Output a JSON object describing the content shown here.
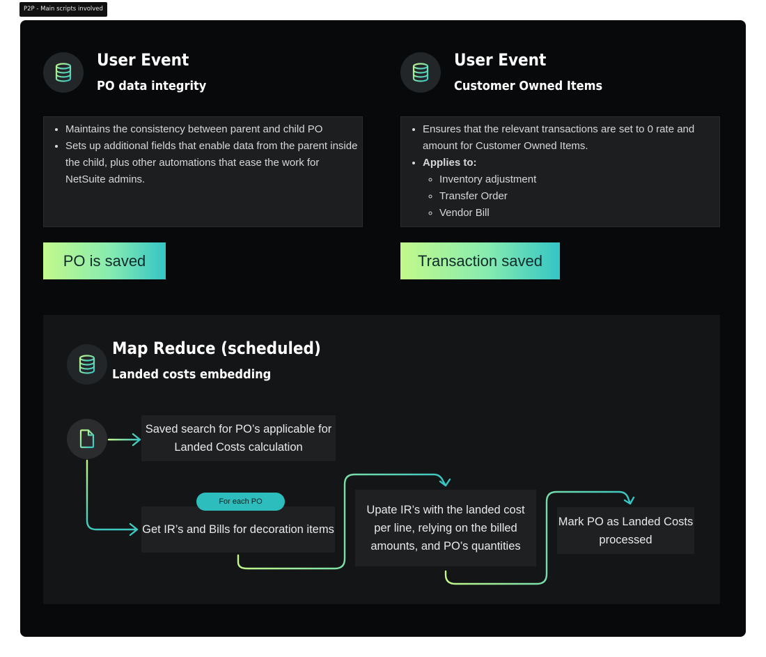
{
  "frame_label": "P2P - Main scripts involved",
  "user_event_po": {
    "title": "User Event",
    "subtitle": "PO data integrity",
    "bullets": [
      "Maintains the consistency between parent and child PO",
      "Sets up additional fields that enable data from the parent inside the child, plus other automations that ease the work for NetSuite admins."
    ],
    "trigger": "PO is saved",
    "icon": "database-icon"
  },
  "user_event_coi": {
    "title": "User Event",
    "subtitle": "Customer Owned Items",
    "bullets": [
      "Ensures that the relevant transactions are set to 0 rate and amount for Customer Owned Items.",
      "Applies to:"
    ],
    "applies_to": [
      "Inventory adjustment",
      "Transfer Order",
      "Vendor Bill"
    ],
    "trigger": "Transaction saved",
    "icon": "database-icon"
  },
  "map_reduce": {
    "title": "Map Reduce (scheduled)",
    "subtitle": "Landed costs embedding",
    "icon": "database-icon",
    "start_icon": "file-icon",
    "steps": {
      "saved_search": "Saved search for PO’s applicable for Landed Costs calculation",
      "get_irs": "Get IR’s and Bills for decoration items",
      "update_irs": "Upate IR’s with the landed cost per line, relying on the billed amounts, and PO’s quantities",
      "mark_po": "Mark PO as Landed Costs processed"
    },
    "loop_label": "For each PO"
  },
  "colors": {
    "frame": "#07090b",
    "card": "#1d1e20",
    "connector": "#86ebb0",
    "pill": "#2dbdbd",
    "gradient_start": "#c3f98b",
    "gradient_end": "#34c5c5"
  }
}
